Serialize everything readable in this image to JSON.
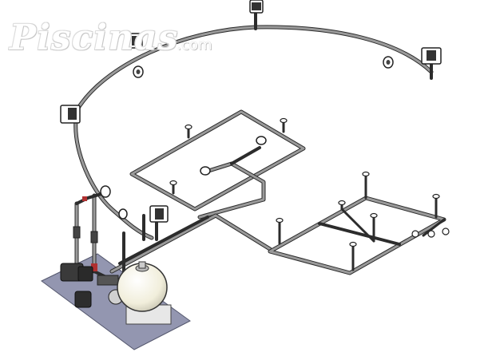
{
  "watermark": {
    "main": "Piscinas",
    "suffix": ".com"
  },
  "colors": {
    "pipe": "#8a8a8a",
    "pipe_outline": "#2c2c2c",
    "base_plate": "#9396b0",
    "filter_tank": "#f4f2e2",
    "equipment_dark": "#3a3a3a",
    "valve_red": "#b03030"
  },
  "components": {
    "pool_ring_pipe": "curved-return-loop",
    "skimmers": [
      "skimmer-top",
      "skimmer-left",
      "skimmer-right",
      "skimmer-upper-left",
      "skimmer-low"
    ],
    "wall_returns": [
      "return-left",
      "return-right"
    ],
    "upper_manifold": "rectangular-jet-manifold",
    "lower_manifold": "grid-jet-manifold",
    "equipment": [
      "pump",
      "sand-filter",
      "multiport-valve",
      "base-plate"
    ]
  }
}
